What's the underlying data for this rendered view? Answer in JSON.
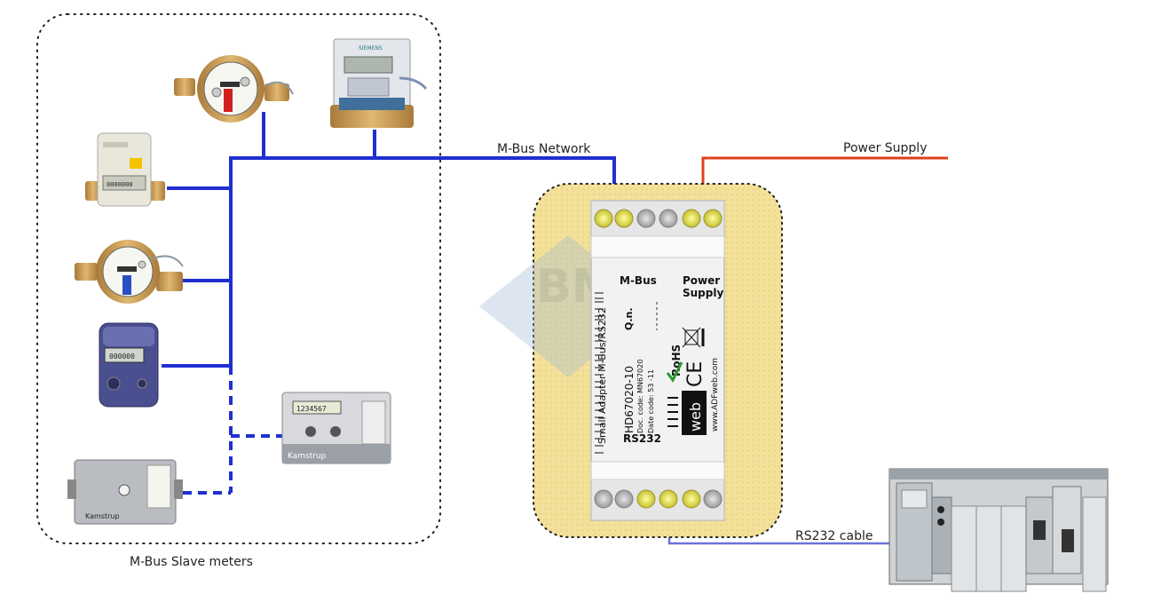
{
  "labels": {
    "mbus_network": "M-Bus Network",
    "power_supply": "Power Supply",
    "rs232_cable": "RS232 cable",
    "slave_meters": "M-Bus Slave meters"
  },
  "device": {
    "mbus": "M-Bus",
    "power_line1": "Power",
    "power_line2": "Supply",
    "qn": "Q.n.",
    "title": "Small Adapter M-Bus/RS232",
    "model": "HD67020-10",
    "doc_code": "Doc. code: MN67020",
    "date_code": "Date code: 53 -11",
    "rs232": "RS232",
    "rohs": "RoHS",
    "ce": "CE",
    "brand": "web",
    "url": "www.ADFweb.com"
  },
  "meters": {
    "siemens_brand": "SIEMENS",
    "kamstrup_1": "Kamstrup",
    "kamstrup_2": "Kamstrup",
    "display_1": "0000000",
    "display_2": "1234567",
    "display_3": "000000"
  },
  "colors": {
    "mbus_line": "#1f2fd0",
    "power_line": "#e0401a",
    "rs232_line": "#6b72d8",
    "adapter_bg": "#f3e19a",
    "terminal_yellow": "#e4e25a",
    "terminal_gray": "#b9b9b9"
  }
}
